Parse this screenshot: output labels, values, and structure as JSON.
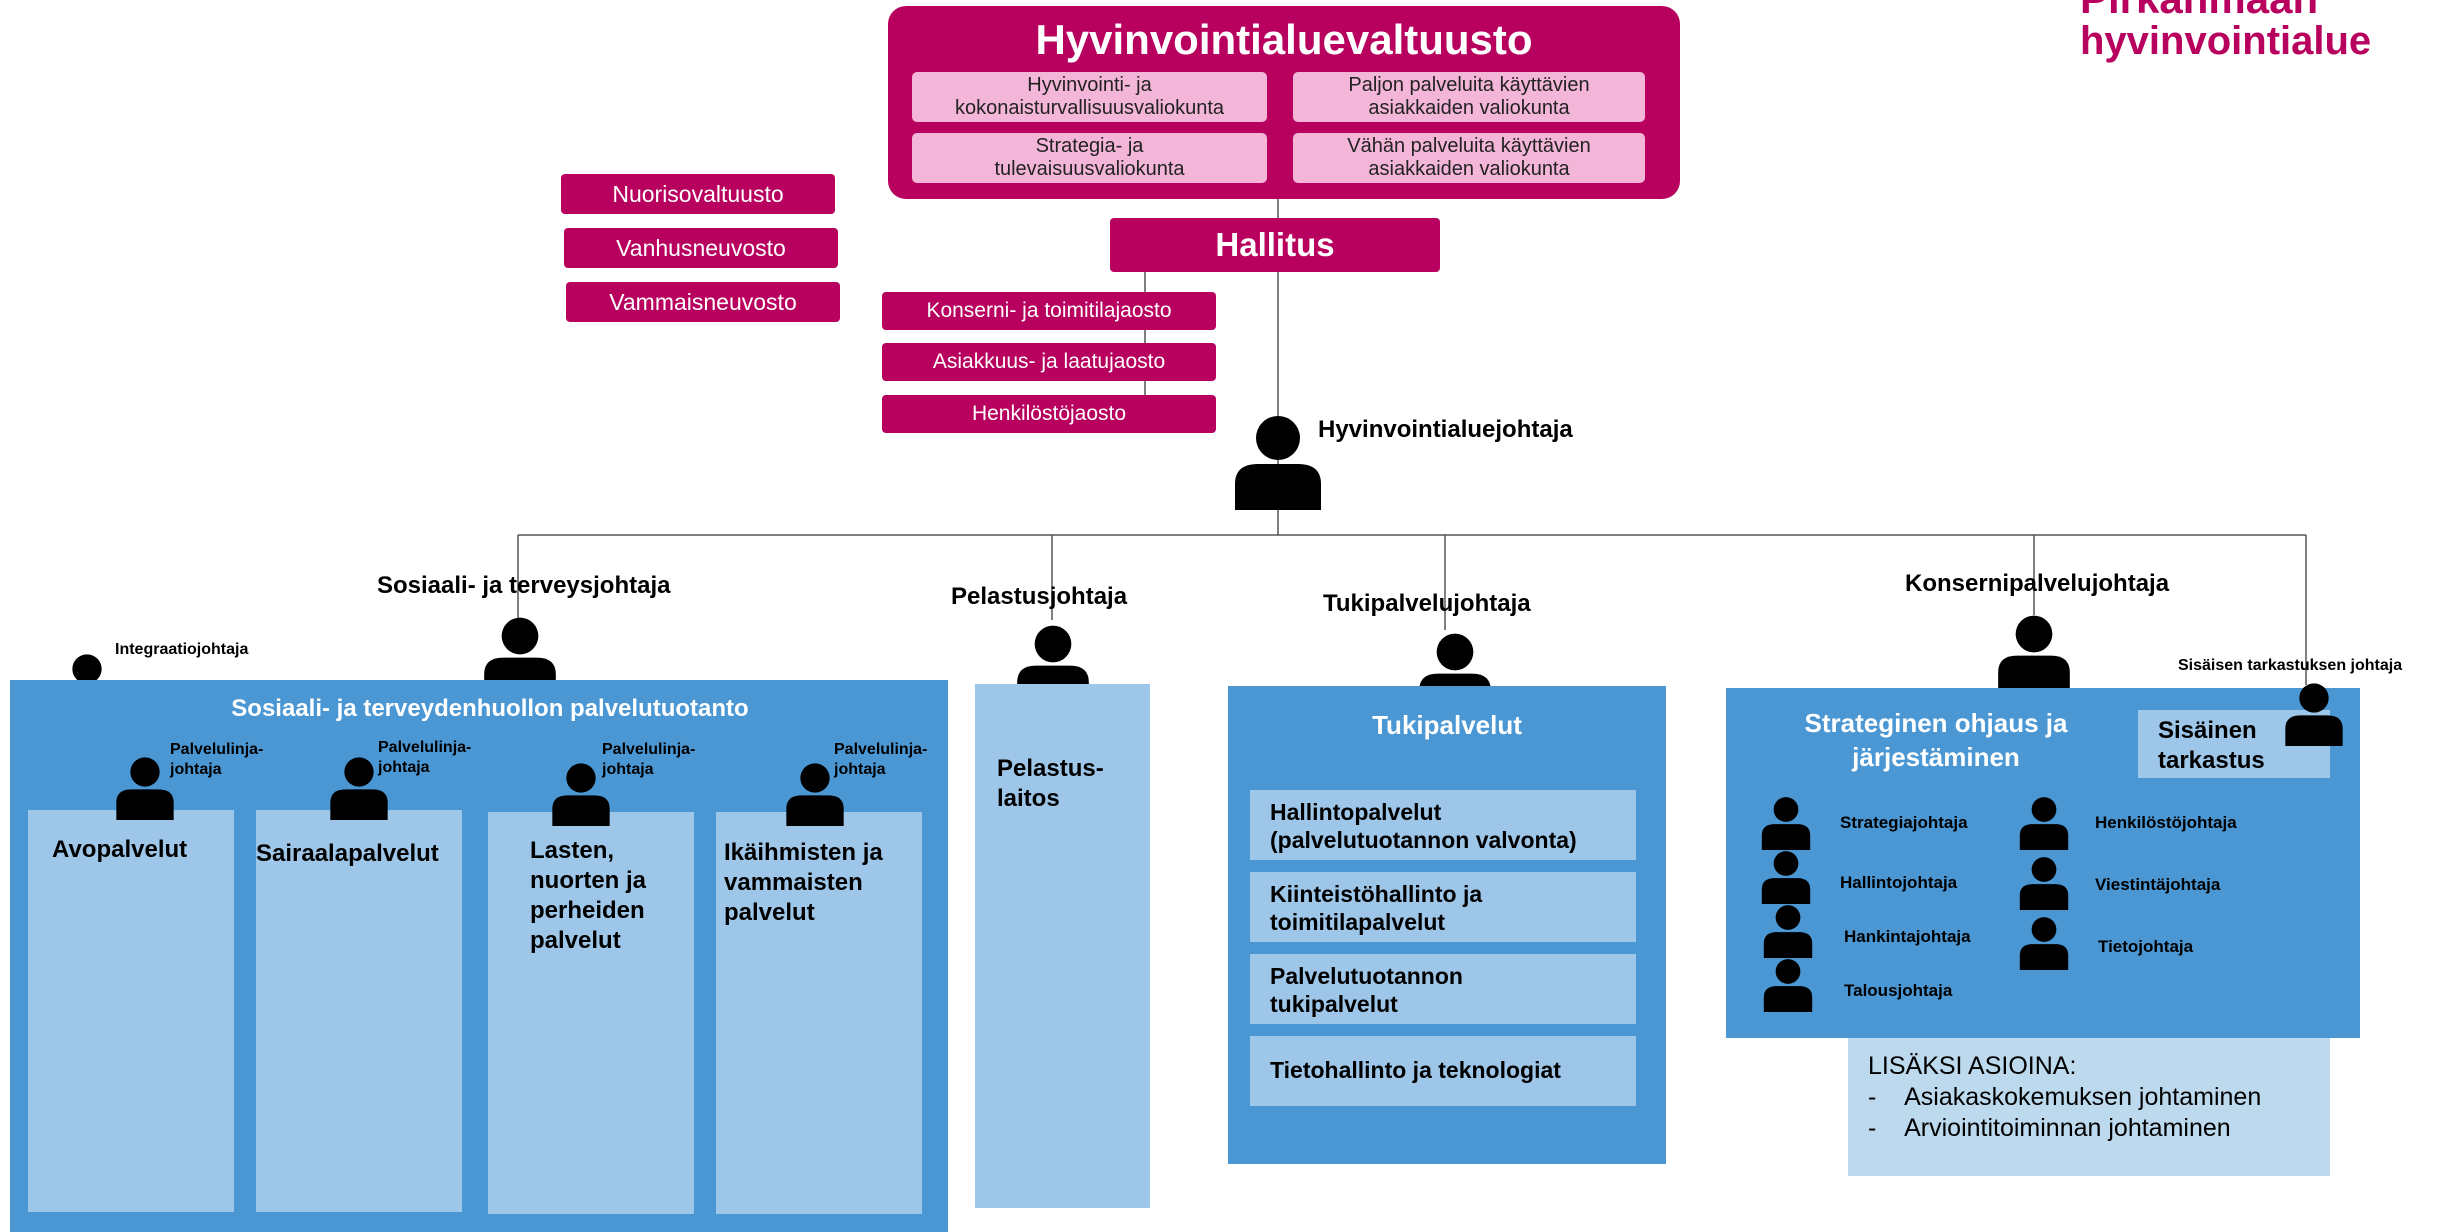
{
  "logo": {
    "line1": "Pirkanmaan",
    "line2": "hyvinvointialue"
  },
  "council": {
    "title": "Hyvinvointialuevaltuusto",
    "committees": [
      "Hyvinvointi- ja kokonaisturvallisuusvaliokunta",
      "Paljon palveluita käyttävien asiakkaiden valiokunta",
      "Strategia- ja tulevaisuusvaliokunta",
      "Vähän palveluita käyttävien asiakkaiden valiokunta"
    ]
  },
  "councils_left": [
    "Nuorisovaltuusto",
    "Vanhusneuvosto",
    "Vammaisneuvosto"
  ],
  "board": {
    "title": "Hallitus",
    "sections": [
      "Konserni- ja toimitilajaosto",
      "Asiakkuus- ja laatujaosto",
      "Henkilöstöjaosto"
    ]
  },
  "leaders": {
    "ceo": "Hyvinvointialuejohtaja",
    "social_health": "Sosiaali- ja terveysjohtaja",
    "integration": "Integraatiojohtaja",
    "rescue": "Pelastusjohtaja",
    "support": "Tukipalvelujohtaja",
    "group": "Konsernipalvelujohtaja",
    "internal_audit": "Sisäisen tarkastuksen johtaja"
  },
  "social_health": {
    "title": "Sosiaali- ja terveydenhuollon palvelutuotanto",
    "line_director": "Palvelulinja-\njohtaja",
    "units": [
      "Avopalvelut",
      "Sairaalapalvelut",
      "Lasten, nuorten ja perheiden palvelut",
      "Ikäihmisten ja vammaisten palvelut"
    ]
  },
  "rescue_unit": "Pelastus-\nlaitos",
  "support_services": {
    "title": "Tukipalvelut",
    "items": [
      "Hallintopalvelut (palvelutuotannon valvonta)",
      "Kiinteistöhallinto ja toimitilapalvelut",
      "Palvelutuotannon tukipalvelut",
      "Tietohallinto ja teknologiat"
    ]
  },
  "strategy": {
    "title": "Strateginen ohjaus ja järjestäminen",
    "audit_box": "Sisäinen tarkastus",
    "left_roles": [
      "Strategiajohtaja",
      "Hallintojohtaja",
      "Hankintajohtaja",
      "Talousjohtaja"
    ],
    "right_roles": [
      "Henkilöstöjohtaja",
      "Viestintäjohtaja",
      "Tietojohtaja"
    ]
  },
  "extra": {
    "title": "LISÄKSI ASIOINA:",
    "items": [
      "Asiakaskokemuksen johtaminen",
      "Arviointitoiminnan johtaminen"
    ]
  }
}
